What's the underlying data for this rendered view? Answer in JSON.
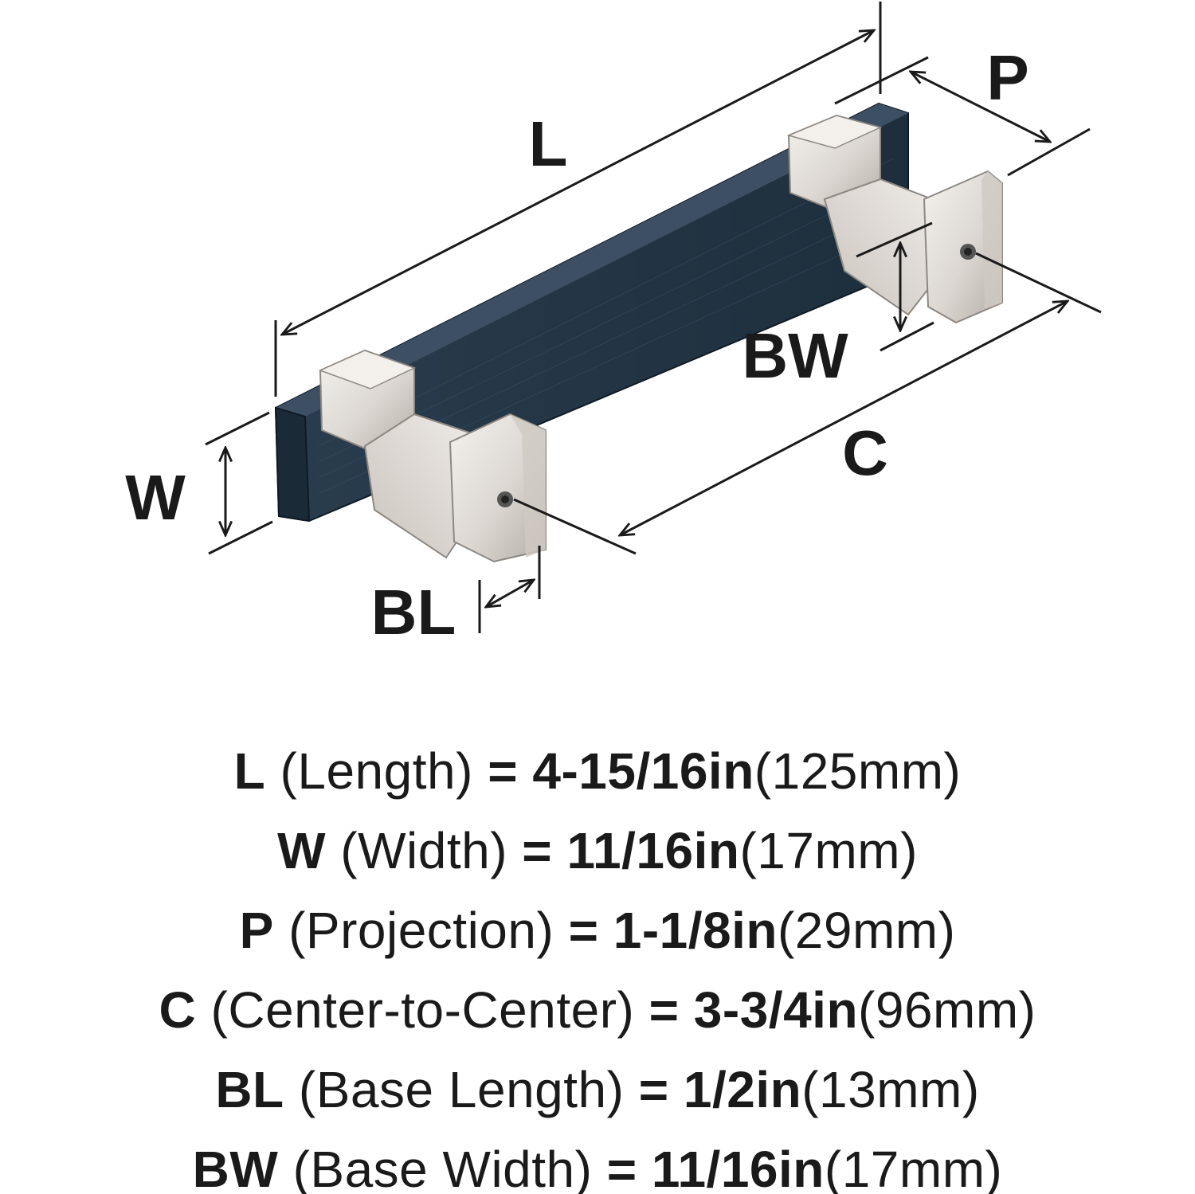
{
  "colors": {
    "bar": "#243746",
    "bar_edge": "#0f1a24",
    "metal_light": "#f1eeeb",
    "metal_mid": "#d8d3ce",
    "metal_dark": "#a49e98",
    "line": "#1a1a1a"
  },
  "diagram": {
    "labels": {
      "L": "L",
      "P": "P",
      "W": "W",
      "BW": "BW",
      "C": "C",
      "BL": "BL"
    }
  },
  "specs": [
    {
      "code": "L",
      "name": "(Length)",
      "eq": "=",
      "imperial": "4-15/16in",
      "metric": "(125mm)"
    },
    {
      "code": "W",
      "name": "(Width)",
      "eq": "=",
      "imperial": "11/16in",
      "metric": "(17mm)"
    },
    {
      "code": "P",
      "name": "(Projection)",
      "eq": "=",
      "imperial": "1-1/8in",
      "metric": "(29mm)"
    },
    {
      "code": "C",
      "name": "(Center-to-Center)",
      "eq": "=",
      "imperial": "3-3/4in",
      "metric": "(96mm)"
    },
    {
      "code": "BL",
      "name": "(Base Length)",
      "eq": "=",
      "imperial": "1/2in",
      "metric": "(13mm)"
    },
    {
      "code": "BW",
      "name": "(Base Width)",
      "eq": "=",
      "imperial": "11/16in",
      "metric": "(17mm)"
    }
  ]
}
